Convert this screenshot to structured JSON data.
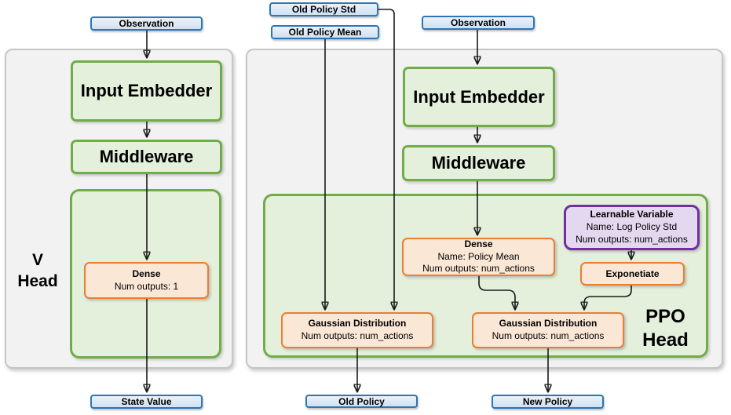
{
  "v_head": {
    "panel_label": {
      "line1": "V",
      "line2": "Head"
    },
    "observation": "Observation",
    "input_embedder": "Input Embedder",
    "middleware": "Middleware",
    "dense": {
      "title": "Dense",
      "outputs": "Num outputs: 1"
    },
    "state_value": "State Value"
  },
  "ppo_head": {
    "panel_label": {
      "line1": "PPO",
      "line2": "Head"
    },
    "old_policy_std": "Old Policy Std",
    "old_policy_mean": "Old Policy Mean",
    "observation": "Observation",
    "input_embedder": "Input Embedder",
    "middleware": "Middleware",
    "dense": {
      "title": "Dense",
      "name": "Name: Policy Mean",
      "outputs": "Num outputs: num_actions"
    },
    "learnable_variable": {
      "title": "Learnable Variable",
      "name": "Name: Log Policy Std",
      "outputs": "Num outputs: num_actions"
    },
    "exponetiate": "Exponetiate",
    "gaussian_old": {
      "title": "Gaussian Distribution",
      "outputs": "Num outputs: num_actions"
    },
    "gaussian_new": {
      "title": "Gaussian Distribution",
      "outputs": "Num outputs: num_actions"
    },
    "old_policy": "Old Policy",
    "new_policy": "New Policy"
  },
  "colors": {
    "blue_border": "#2E75B6",
    "blue_fill": "#DCE9F7",
    "green_border": "#70AD47",
    "green_fill": "#E4F0DB",
    "orange_border": "#ED7D31",
    "orange_fill": "#FBE7D6",
    "purple_border": "#7030A0",
    "purple_fill": "#E4D7F0",
    "panel_fill": "#F2F2F2",
    "arrow": "#1A1A1A"
  }
}
